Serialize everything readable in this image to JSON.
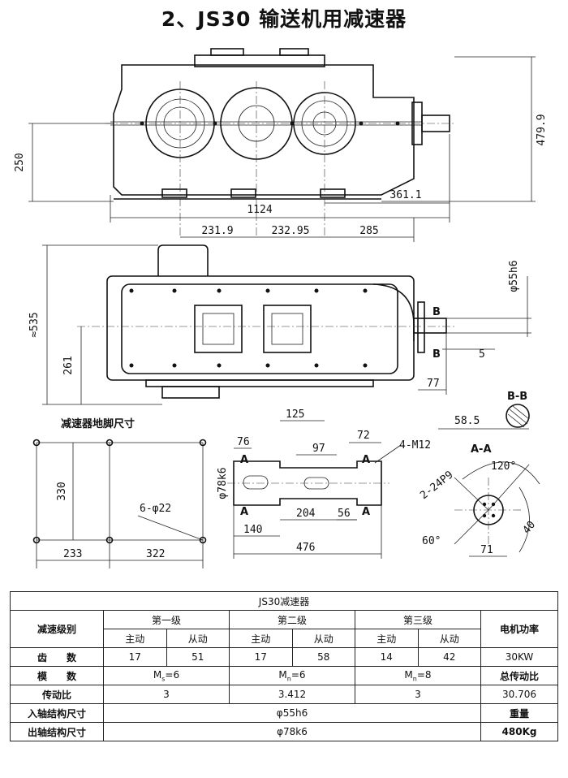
{
  "title": "2、JS30 输送机用减速器",
  "drawing": {
    "front_view": {
      "dim_height": "479.9",
      "dim_center_height": "250",
      "dim_overall_length": "1124",
      "dim_output_offset": "361.1",
      "dim_shaft_1": "231.9",
      "dim_shaft_2": "232.95",
      "dim_shaft_3": "285"
    },
    "top_view": {
      "dim_width": "≈535",
      "dim_base": "261",
      "dim_input_dia": "φ55h6",
      "dim_key": "5",
      "dim_shaft_ext": "77",
      "section_mark": "B"
    },
    "section_bb": {
      "label": "B-B",
      "dim": "58.5"
    },
    "foot": {
      "title": "减速器地脚尺寸",
      "dim_h": "330",
      "dim_w1": "233",
      "dim_w2": "322",
      "holes": "6-φ22"
    },
    "output_shaft": {
      "dim_125": "125",
      "dim_76": "76",
      "dim_97": "97",
      "dim_72": "72",
      "thread": "4-M12",
      "dim_dia": "φ78k6",
      "dim_204": "204",
      "dim_56": "56",
      "dim_140": "140",
      "dim_476": "476",
      "section_mark": "A"
    },
    "section_aa": {
      "label": "A-A",
      "angle_120": "120°",
      "angle_60": "60°",
      "holes": "2-24P9",
      "dim_40": "40",
      "dim_71": "71"
    }
  },
  "table": {
    "caption": "JS30减速器",
    "col_stage": "减速级别",
    "stages": [
      "第一级",
      "第二级",
      "第三级"
    ],
    "sub_drive": "主动",
    "sub_driven": "从动",
    "col_motor": "电机功率",
    "row_teeth": "齿　　数",
    "teeth": [
      "17",
      "51",
      "17",
      "58",
      "14",
      "42"
    ],
    "motor_power": "30KW",
    "row_module": "模　　数",
    "modules": [
      {
        "m": "M",
        "sub": "s",
        "val": "=6"
      },
      {
        "m": "M",
        "sub": "n",
        "val": "=6"
      },
      {
        "m": "M",
        "sub": "n",
        "val": "=8"
      }
    ],
    "total_ratio_label": "总传动比",
    "row_ratio": "传动比",
    "ratios": [
      "3",
      "3.412",
      "3"
    ],
    "total_ratio": "30.706",
    "row_input": "入轴结构尺寸",
    "input_dim": "φ55h6",
    "weight_label": "重量",
    "row_output": "出轴结构尺寸",
    "output_dim": "φ78k6",
    "weight": "480Kg"
  }
}
